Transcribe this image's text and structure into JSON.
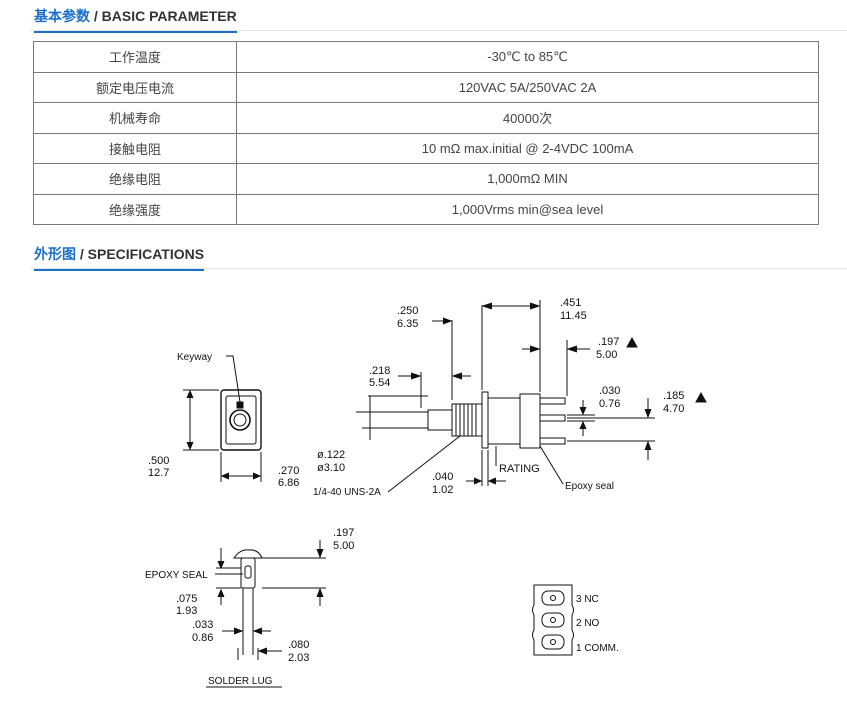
{
  "basic": {
    "title_cn": "基本参数",
    "title_sep": " / ",
    "title_en": "BASIC PARAMETER",
    "rows": [
      {
        "label": "工作温度",
        "value": "-30℃ to 85℃"
      },
      {
        "label": "额定电压电流",
        "value": "120VAC 5A/250VAC 2A"
      },
      {
        "label": "机械寿命",
        "value": "40000次"
      },
      {
        "label": "接触电阻",
        "value": "10 mΩ max.initial @ 2-4VDC 100mA"
      },
      {
        "label": "绝缘电阻",
        "value": "1,000mΩ MIN"
      },
      {
        "label": "绝缘强度",
        "value": "1,000Vrms min@sea level"
      }
    ]
  },
  "specs": {
    "title_cn": "外形图",
    "title_sep": " / ",
    "title_en": "SPECIFICATIONS"
  },
  "drawing": {
    "keyway": "Keyway",
    "dim_500": ".500",
    "dim_12_7": "12.7",
    "dim_270": ".270",
    "dim_6_86": "6.86",
    "dim_250": ".250",
    "dim_6_35": "6.35",
    "dim_218": ".218",
    "dim_5_54": "5.54",
    "dim_122": "ø.122",
    "dim_3_10": "ø3.10",
    "thread": "1/4-40 UNS-2A",
    "dim_040": ".040",
    "dim_1_02": "1.02",
    "rating": "RATING",
    "epoxy_seal": "Epoxy seal",
    "dim_451": ".451",
    "dim_11_45": "11.45",
    "dim_197a": ".197",
    "dim_5_00a": "5.00",
    "dim_030": ".030",
    "dim_0_76": "0.76",
    "dim_185": ".185",
    "dim_4_70": "4.70",
    "epoxy_seal_caps": "EPOXY SEAL",
    "dim_075": ".075",
    "dim_1_93": "1.93",
    "dim_033": ".033",
    "dim_0_86": "0.86",
    "dim_080": ".080",
    "dim_2_03": "2.03",
    "dim_197b": ".197",
    "dim_5_00b": "5.00",
    "solder_lug": "SOLDER LUG",
    "pin3": "3 NC",
    "pin2": "2 NO",
    "pin1": "1 COMM."
  }
}
